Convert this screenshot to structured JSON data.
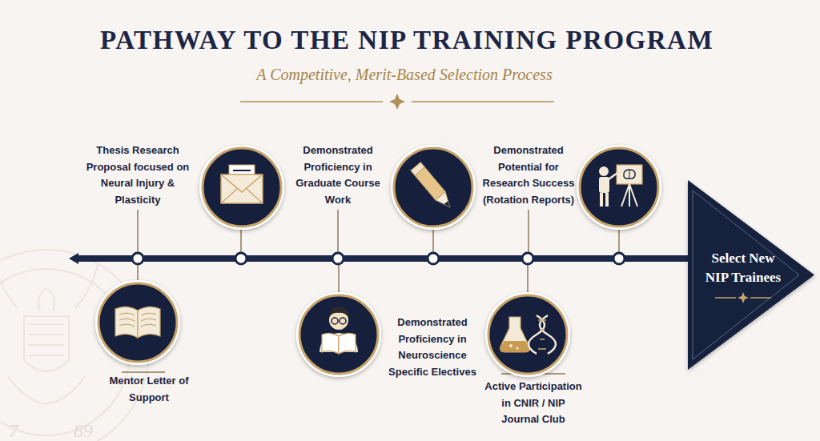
{
  "diagram": {
    "title": "PATHWAY TO THE NIP TRAINING PROGRAM",
    "nodes": [
      {
        "text": [
          "Select New NIP Trainees"
        ]
      }
    ],
    "labels": [
      "A Competitive, Merit-Based Selection Process",
      "Thesis Research Proposal focused on Neural Injury & Plasticity",
      "Demonstrated Proficiency in Graduate Course Work",
      "Demonstrated Potential for Research Success (Rotation Reports)",
      "Mentor Letter of Support",
      "Demonstrated Proficiency in Neuroscience Specific Electives",
      "Active Participation in CNIR / NIP Journal Club",
      "7",
      "89"
    ]
  }
}
